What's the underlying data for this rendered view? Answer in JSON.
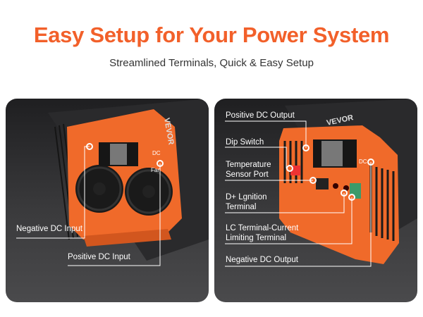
{
  "header": {
    "title": "Easy Setup for Your Power System",
    "subtitle": "Streamlined Terminals, Quick & Easy Setup"
  },
  "left_panel": {
    "labels": [
      "Negative DC Input",
      "Positive DC Input"
    ],
    "device_text": [
      "VEVOR",
      "DC",
      "DC Fan"
    ]
  },
  "right_panel": {
    "labels": [
      "Positive DC Output",
      "Dip Switch",
      "Temperature",
      "Sensor Port",
      "D+ Lgnition",
      "Terminal",
      "LC Terminal-Current",
      "Limiting Terminal",
      "Negative DC Output"
    ],
    "device_text": [
      "VEVOR",
      "DC"
    ]
  },
  "colors": {
    "accent": "#f2602a",
    "plate": "#f06a2a"
  }
}
